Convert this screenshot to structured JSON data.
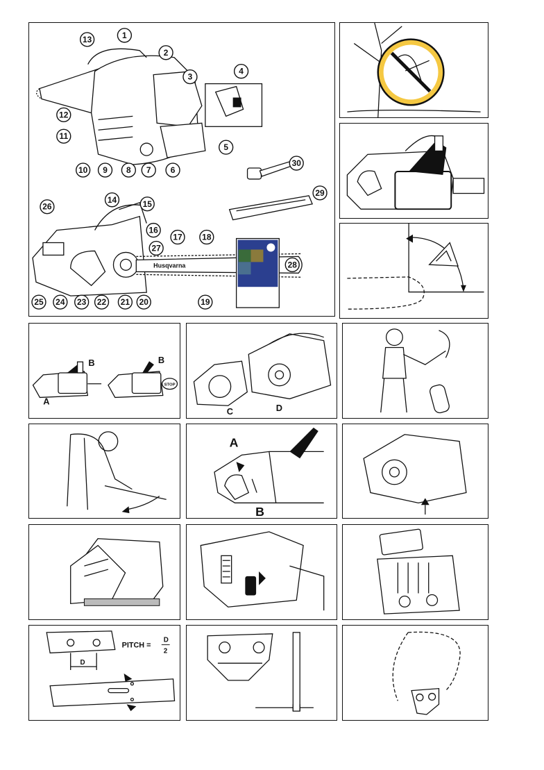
{
  "main_panel": {
    "callouts": [
      "1",
      "2",
      "3",
      "4",
      "5",
      "6",
      "7",
      "8",
      "9",
      "10",
      "11",
      "12",
      "13",
      "14",
      "15",
      "16",
      "17",
      "18",
      "19",
      "20",
      "21",
      "22",
      "23",
      "24",
      "25",
      "26",
      "27",
      "28",
      "29",
      "30"
    ],
    "bar_brand": "Husqvarna"
  },
  "chain_brake_panel": {
    "label_a": "A",
    "label_b": "B",
    "stop_label": "STOP"
  },
  "clutch_panel": {
    "label_c": "C",
    "label_d": "D"
  },
  "throttle_panel": {
    "label_a": "A",
    "label_b": "B"
  },
  "pitch_panel": {
    "pitch_text": "PITCH =",
    "numerator": "D",
    "denominator": "2",
    "dim_label": "D"
  }
}
